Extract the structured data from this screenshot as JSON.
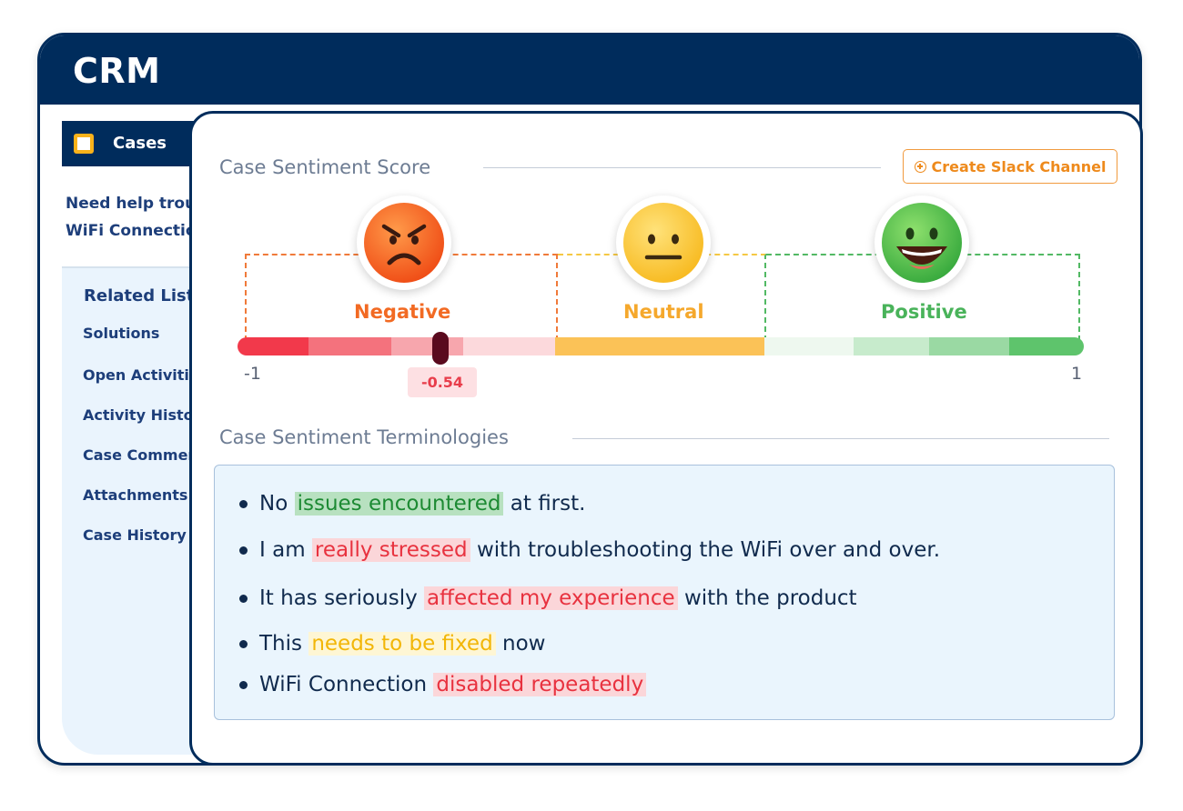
{
  "app": {
    "title": "CRM"
  },
  "crm": {
    "cases_label": "Cases",
    "case_title_line1": "Need help trou",
    "case_title_line2": "WiFi Connectio",
    "related_list": {
      "heading": "Related List",
      "items": [
        "Solutions",
        "Open Activities",
        "Activity History",
        "Case Comments",
        "Attachments",
        "Case History"
      ]
    }
  },
  "sentiment": {
    "section_title": "Case Sentiment Score",
    "create_slack_label": "Create Slack Channel",
    "zones": {
      "negative": "Negative",
      "neutral": "Neutral",
      "positive": "Positive"
    },
    "scale_min": "-1",
    "scale_max": "1",
    "score": -0.54,
    "score_label": "-0.54",
    "colors": {
      "negative": "#f07a3a",
      "neutral": "#f5b226",
      "positive": "#52b964"
    }
  },
  "terminologies": {
    "section_title": "Case Sentiment Terminologies",
    "items": [
      {
        "before": "No",
        "highlight": "issues encountered",
        "after": "at first.",
        "tone": "green"
      },
      {
        "before": "I am",
        "highlight": "really stressed",
        "after": "with troubleshooting the WiFi over and over.",
        "tone": "red"
      },
      {
        "before": "It has seriously",
        "highlight": "affected my experience",
        "after": "with the product",
        "tone": "red"
      },
      {
        "before": "This",
        "highlight": "needs to be fixed",
        "after": "now",
        "tone": "yellow"
      },
      {
        "before": "WiFi Connection",
        "highlight": "disabled repeatedly",
        "after": "",
        "tone": "red"
      }
    ]
  }
}
